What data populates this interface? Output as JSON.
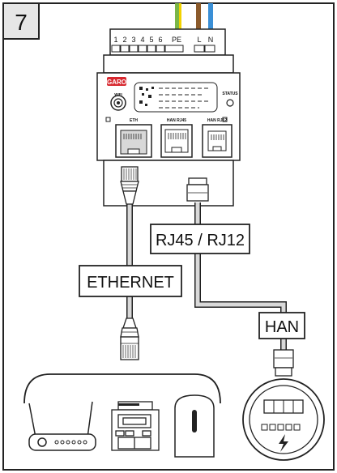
{
  "step": {
    "number": "7"
  },
  "device": {
    "brand": "GARO",
    "wifi_label": "WIFI",
    "status_label": "STATUS",
    "terminal_labels": [
      "1",
      "2",
      "3",
      "4",
      "5",
      "6",
      "PE"
    ],
    "power_labels": [
      "L",
      "N"
    ],
    "ports": {
      "eth": "ETH",
      "han_rj45": "HAN RJ45",
      "han_rj12": "HAN RJ12"
    }
  },
  "callouts": {
    "rj45_rj12": "RJ45 / RJ12",
    "ethernet": "ETHERNET",
    "han": "HAN"
  },
  "colors": {
    "wire_pe": "#7ab648",
    "wire_pe_stripe": "#f2d200",
    "wire_l": "#8b5a2b",
    "wire_n": "#3a8fd6",
    "brand_red": "#d7282f",
    "outline": "#222222"
  },
  "icons": [
    "router-icon",
    "electricity-meter-icon",
    "ev-charger-icon",
    "smart-meter-icon"
  ]
}
